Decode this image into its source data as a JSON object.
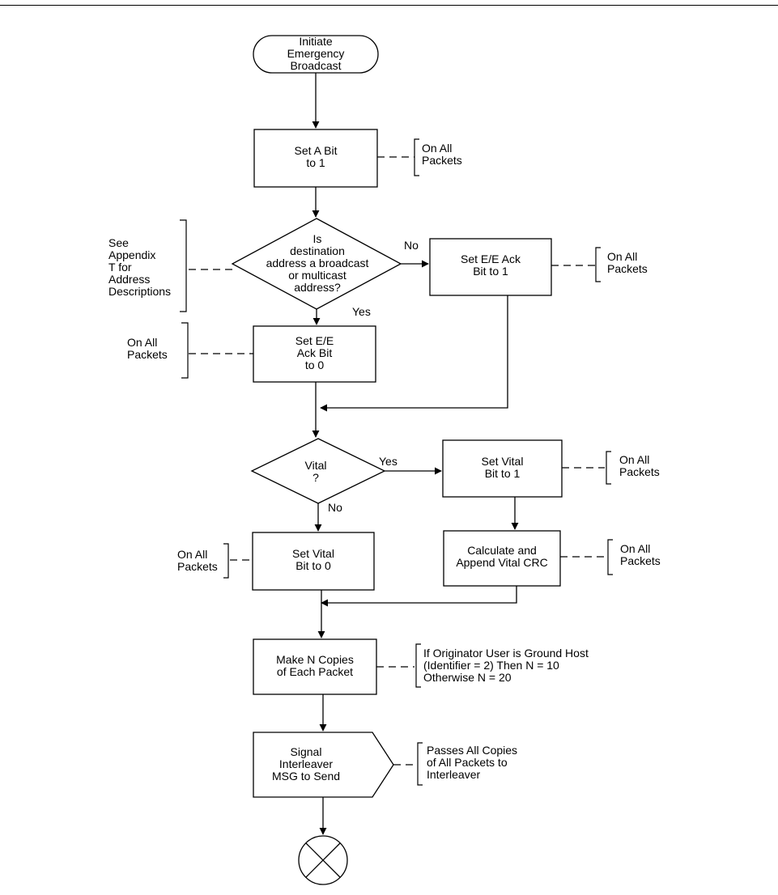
{
  "nodes": {
    "start": "Initiate\nEmergency\nBroadcast",
    "set_a_bit": "Set A Bit\nto 1",
    "decision_dest": "Is\ndestination\naddress a broadcast\nor multicast\naddress?",
    "set_ee_ack_1": "Set E/E Ack\nBit to 1",
    "set_ee_ack_0": "Set E/E\nAck Bit\nto 0",
    "decision_vital": "Vital\n?",
    "set_vital_1": "Set Vital\nBit to 1",
    "set_vital_0": "Set Vital\nBit to 0",
    "calc_crc": "Calculate and\nAppend Vital CRC",
    "make_copies": "Make N Copies\nof Each Packet",
    "signal": "Signal\nInterleaver\nMSG to Send"
  },
  "edges": {
    "dest_no": "No",
    "dest_yes": "Yes",
    "vital_yes": "Yes",
    "vital_no": "No"
  },
  "notes": {
    "a_bit": "On All\nPackets",
    "appendix": "See\nAppendix\nT for\nAddress\nDescriptions",
    "ee_ack_1": "On All\nPackets",
    "ee_ack_0": "On All\nPackets",
    "vital_1": "On All\nPackets",
    "vital_0": "On All\nPackets",
    "crc": "On All\nPackets",
    "copies": "If Originator User is Ground Host\n(Identifier = 2) Then N = 10\nOtherwise N = 20",
    "signal": "Passes All Copies\nof All Packets to\nInterleaver"
  }
}
